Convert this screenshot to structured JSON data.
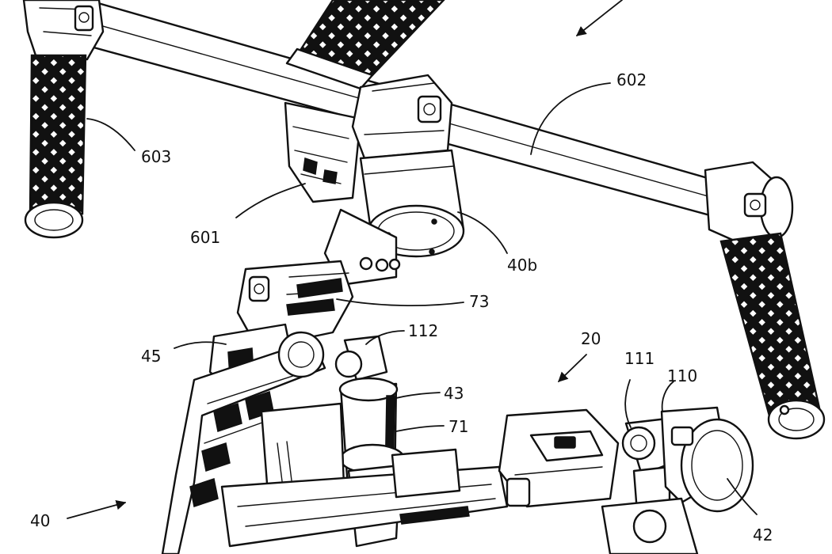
{
  "drawing": {
    "colors": {
      "line": "#111111",
      "background": "#ffffff"
    },
    "labels": {
      "l602": "602",
      "l603": "603",
      "l601": "601",
      "l40b": "40b",
      "l73": "73",
      "l112": "112",
      "l45": "45",
      "l20": "20",
      "l111": "111",
      "l110": "110",
      "l43": "43",
      "l71": "71",
      "l40": "40",
      "l42": "42"
    }
  }
}
